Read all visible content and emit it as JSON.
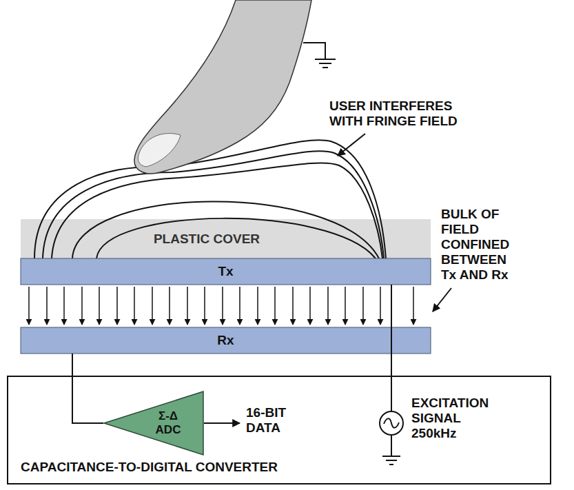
{
  "diagram": {
    "nodes": [
      {
        "text": [
          "PLASTIC COVER"
        ]
      },
      {
        "text": [
          "Tx"
        ]
      },
      {
        "text": [
          "Rx"
        ]
      },
      {
        "text": [
          "CAPACITANCE-TO-DIGITAL CONVERTER"
        ]
      },
      {
        "text": [
          "Σ-Δ ADC"
        ],
        "in": 3
      }
    ],
    "edges": [
      {
        "from": 2,
        "to": 4,
        "arrow": "none"
      }
    ],
    "labels": [
      "USER INTERFERES WITH FRINGE FIELD",
      "BULK OF FIELD CONFINED BETWEEN Tx AND Rx",
      "16-BIT DATA",
      "EXCITATION SIGNAL 250kHz"
    ]
  }
}
